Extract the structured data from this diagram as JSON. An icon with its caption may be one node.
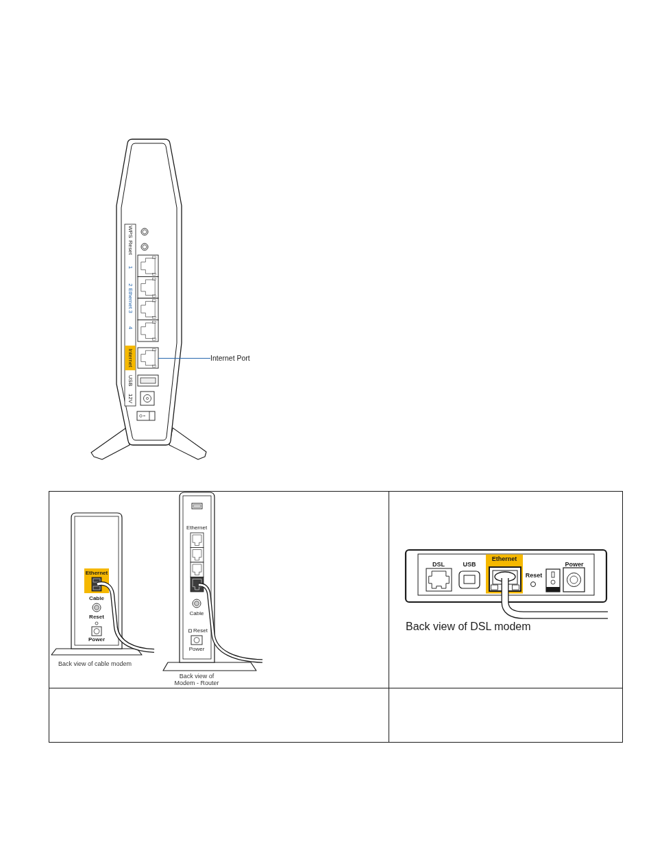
{
  "diagram": {
    "nodes": [
      {
        "text": [
          "Internet Port"
        ]
      },
      {
        "text": [],
        "shape": "box"
      }
    ],
    "edges": [
      {
        "from": 0,
        "to": 1,
        "arrow": "none"
      }
    ],
    "labels": [
      "WPS",
      "Reset",
      "1",
      "2 Ethernet 3",
      "4",
      "Internet",
      "USB",
      "12V",
      "Ethernet",
      "Cable",
      "Reset",
      "Power",
      "Back view of cable modem",
      "Ethernet",
      "Cable",
      "Reset",
      "Power",
      "Back view of Modem - Router",
      "DSL",
      "USB",
      "Ethernet",
      "Reset",
      "Power",
      "Back view of DSL modem"
    ]
  }
}
